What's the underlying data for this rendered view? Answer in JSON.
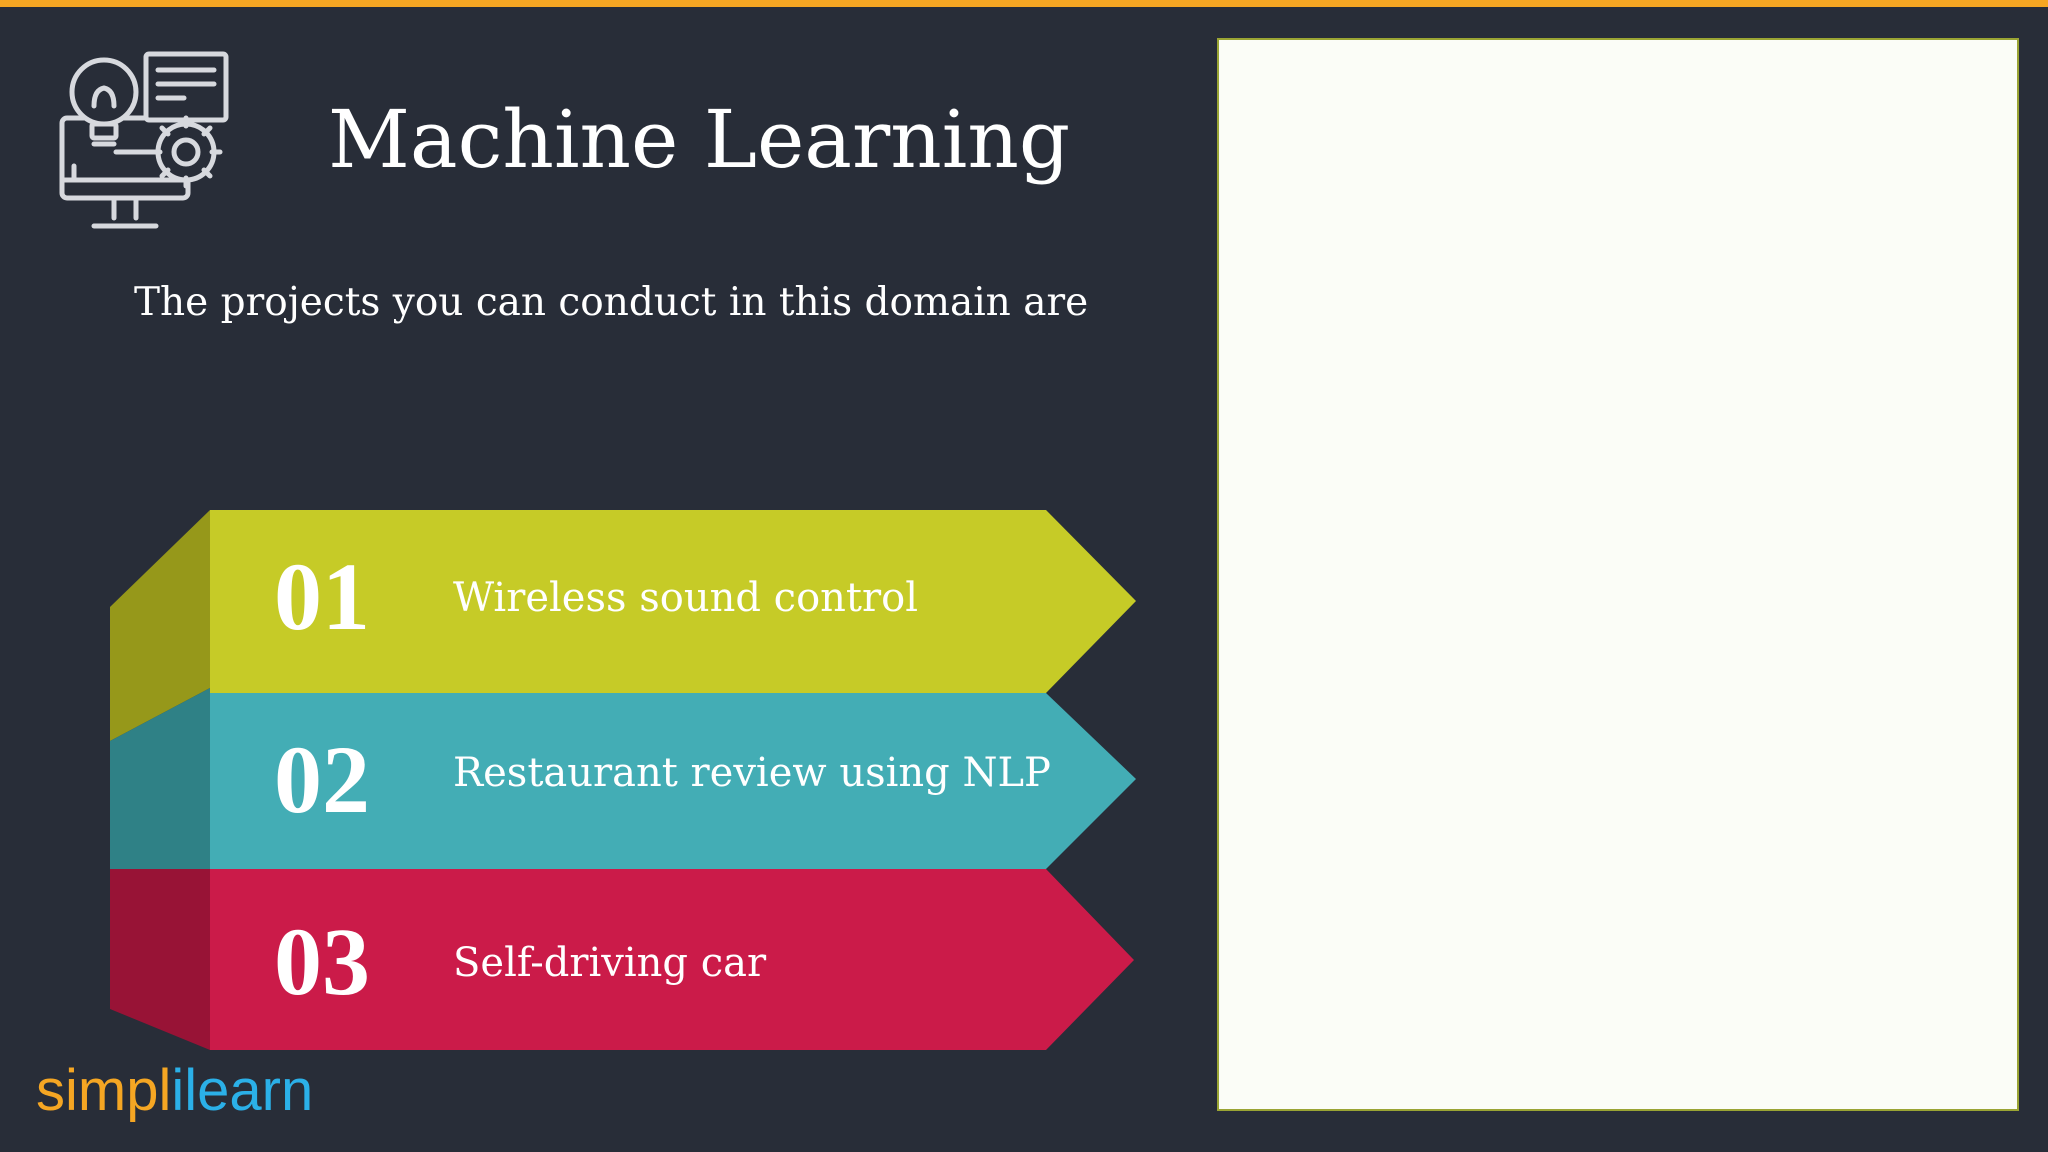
{
  "slide": {
    "title": "Machine Learning",
    "subtitle": "The projects you can conduct in this domain are",
    "header_icon": "ml-computer-gear-bulb-icon"
  },
  "items": [
    {
      "number": "01",
      "label": "Wireless sound control",
      "color": "#c6cb27",
      "shade": "#96981a"
    },
    {
      "number": "02",
      "label": "Restaurant review using NLP",
      "color": "#43adb5",
      "shade": "#2f8186"
    },
    {
      "number": "03",
      "label": "Self-driving car",
      "color": "#cb1b49",
      "shade": "#981336"
    }
  ],
  "logo": {
    "part1": "simpl",
    "part2": "ilearn"
  },
  "colors": {
    "background": "#282d38",
    "top_bar": "#f5a623",
    "panel": "#fbfdf7",
    "panel_border": "#9aa434"
  }
}
